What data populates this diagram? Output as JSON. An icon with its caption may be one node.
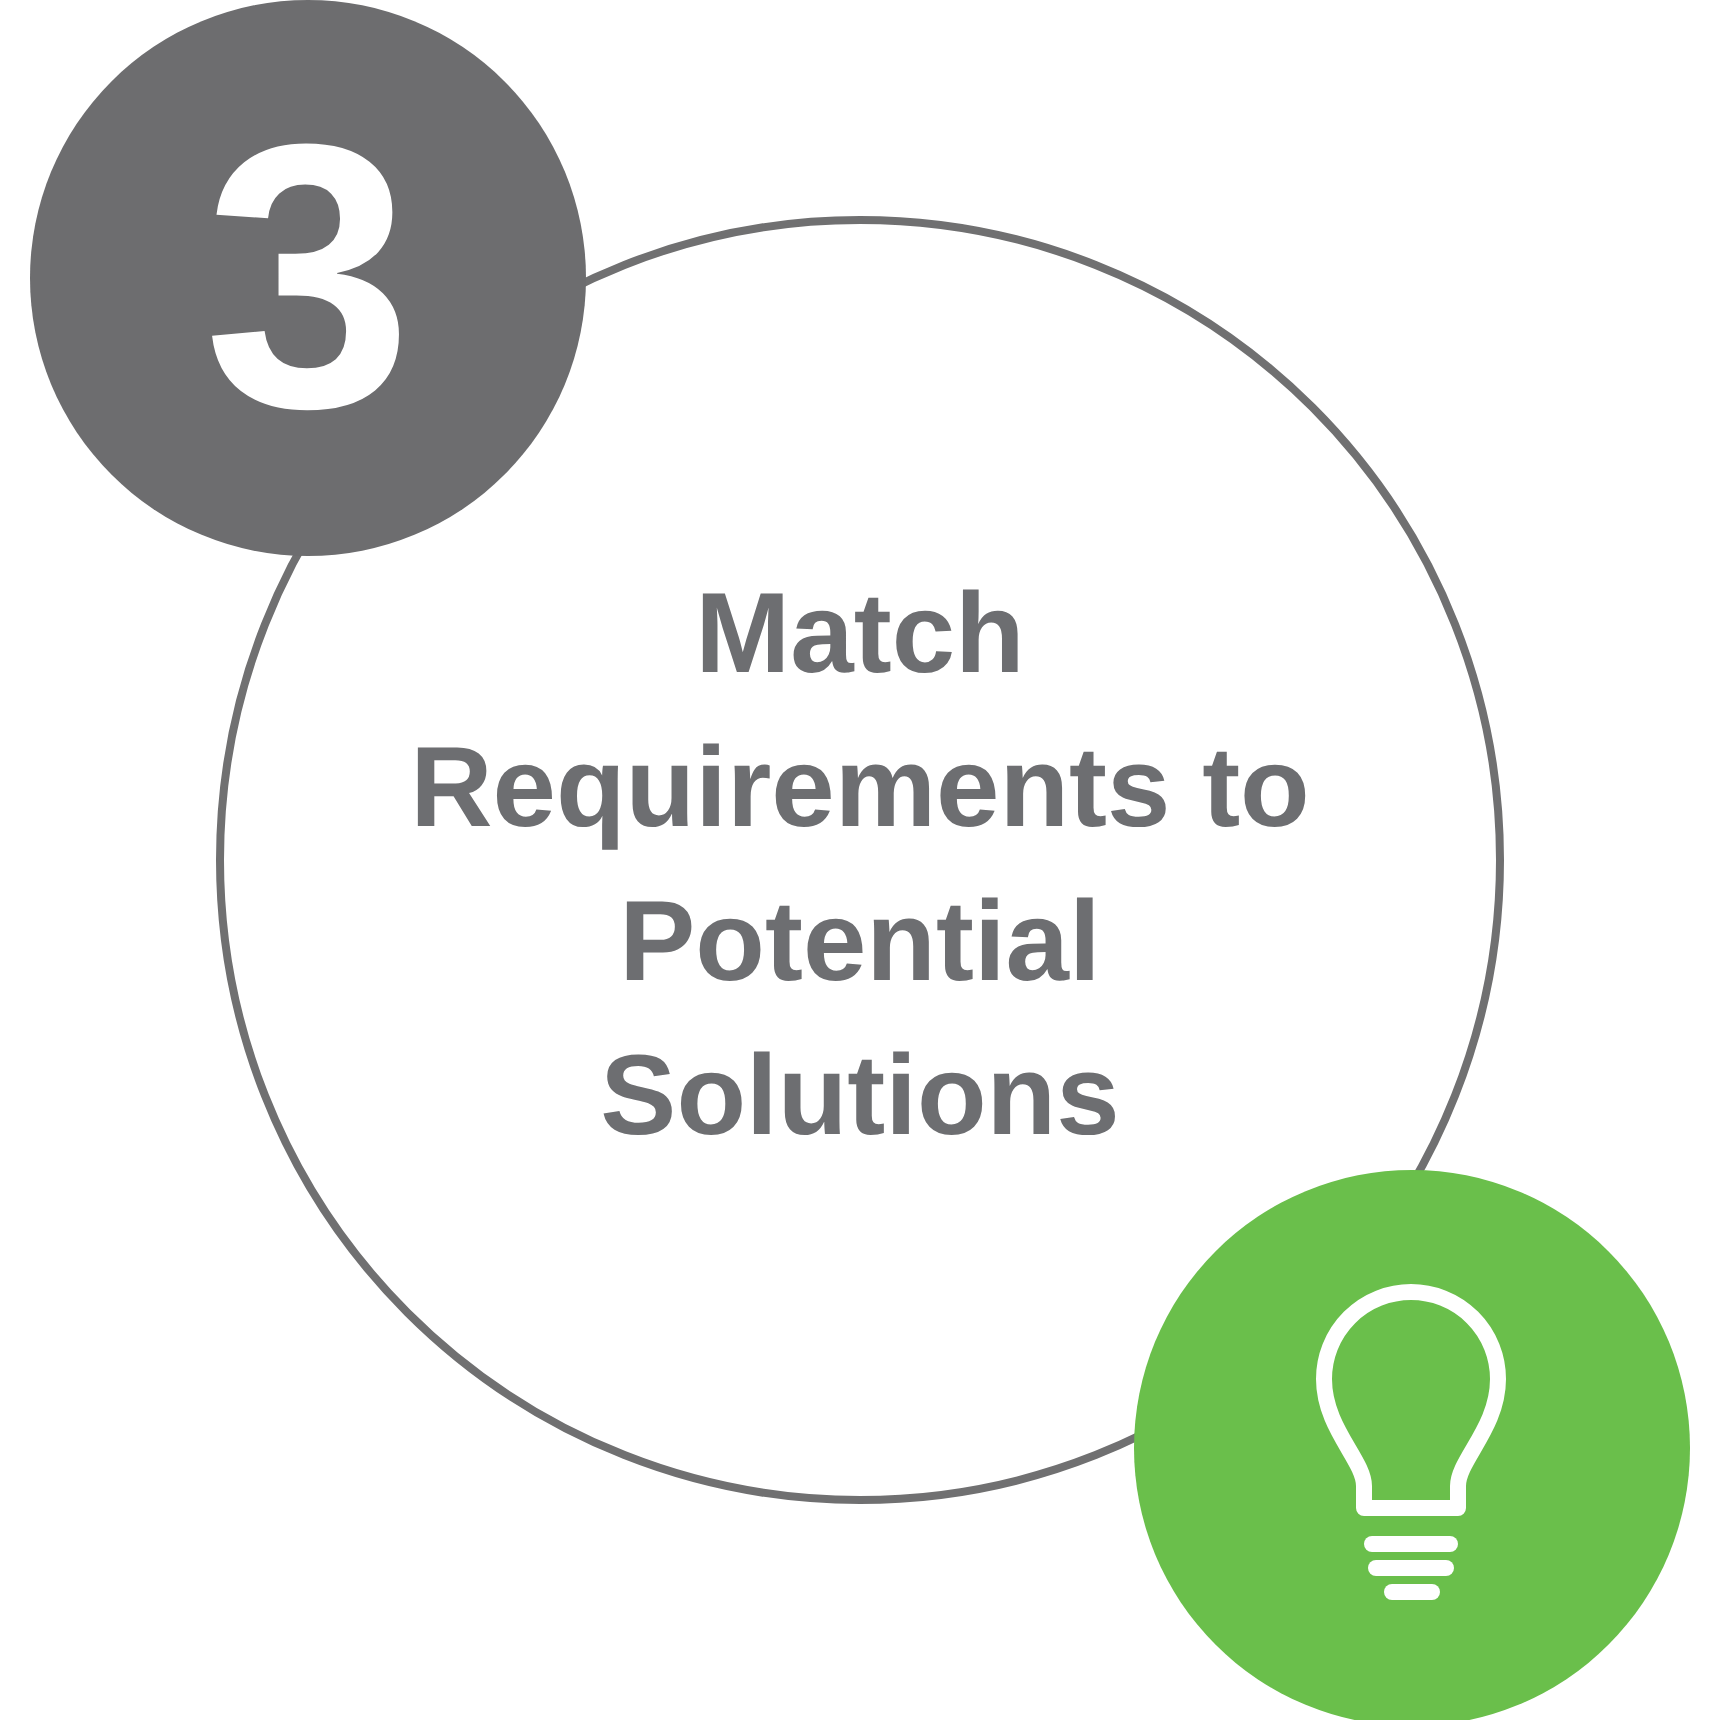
{
  "diagram": {
    "nodes": [
      {
        "text": [
          "Match Requirements to Potential Solutions"
        ]
      },
      {
        "text": [
          "3"
        ]
      },
      {
        "text": [],
        "shape": "circle"
      }
    ]
  }
}
